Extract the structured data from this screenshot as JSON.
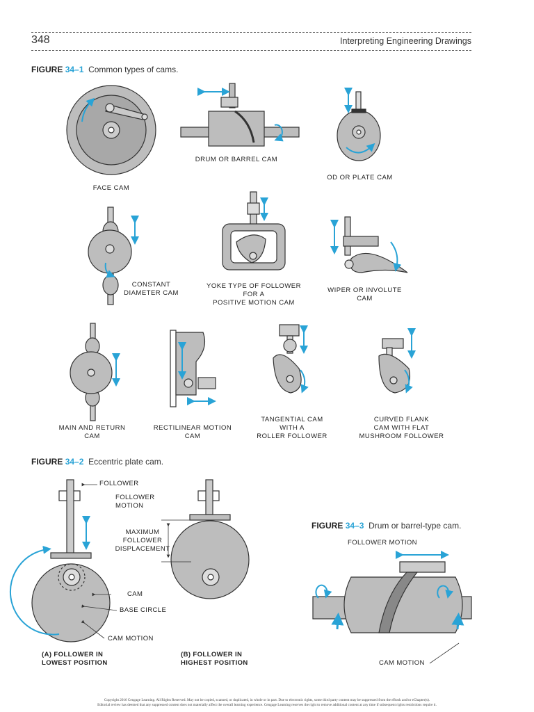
{
  "header": {
    "page_number": "348",
    "running_title": "Interpreting Engineering Drawings"
  },
  "figure1": {
    "label": "FIGURE",
    "number": "34–1",
    "caption": "Common types of cams.",
    "items": {
      "face": "FACE CAM",
      "drum": "DRUM OR BARREL CAM",
      "plate": "OD OR PLATE CAM",
      "constant": "CONSTANT\nDIAMETER CAM",
      "yoke": "YOKE TYPE OF FOLLOWER\nFOR A\nPOSITIVE MOTION CAM",
      "wiper": "WIPER OR INVOLUTE\nCAM",
      "main_return": "MAIN AND RETURN\nCAM",
      "rectilinear": "RECTILINEAR MOTION\nCAM",
      "tangential": "TANGENTIAL CAM\nWITH A\nROLLER FOLLOWER",
      "curved": "CURVED FLANK\nCAM WITH FLAT\nMUSHROOM FOLLOWER"
    }
  },
  "figure2": {
    "label": "FIGURE",
    "number": "34–2",
    "caption": "Eccentric plate cam.",
    "labels": {
      "follower": "FOLLOWER",
      "follower_motion": "FOLLOWER\nMOTION",
      "max_disp": "MAXIMUM\nFOLLOWER\nDISPLACEMENT",
      "cam": "CAM",
      "base_circle": "BASE CIRCLE",
      "cam_motion": "CAM MOTION",
      "a": "(A)  FOLLOWER IN\n       LOWEST POSITION",
      "b": "(B)  FOLLOWER IN\n       HIGHEST POSITION"
    }
  },
  "figure3": {
    "label": "FIGURE",
    "number": "34–3",
    "caption": "Drum or barrel-type cam.",
    "labels": {
      "follower_motion": "FOLLOWER MOTION",
      "cam_motion": "CAM MOTION"
    }
  },
  "footer": {
    "copyright": "Copyright 2016 Cengage Learning. All Rights Reserved. May not be copied, scanned, or duplicated, in whole or in part. Due to electronic rights, some third party content may be suppressed from the eBook and/or eChapter(s).\nEditorial review has deemed that any suppressed content does not materially affect the overall learning experience. Cengage Learning reserves the right to remove additional content at any time if subsequent rights restrictions require it."
  },
  "colors": {
    "accent": "#29a3d6",
    "metal": "#bdbdbd",
    "outline": "#333333"
  }
}
